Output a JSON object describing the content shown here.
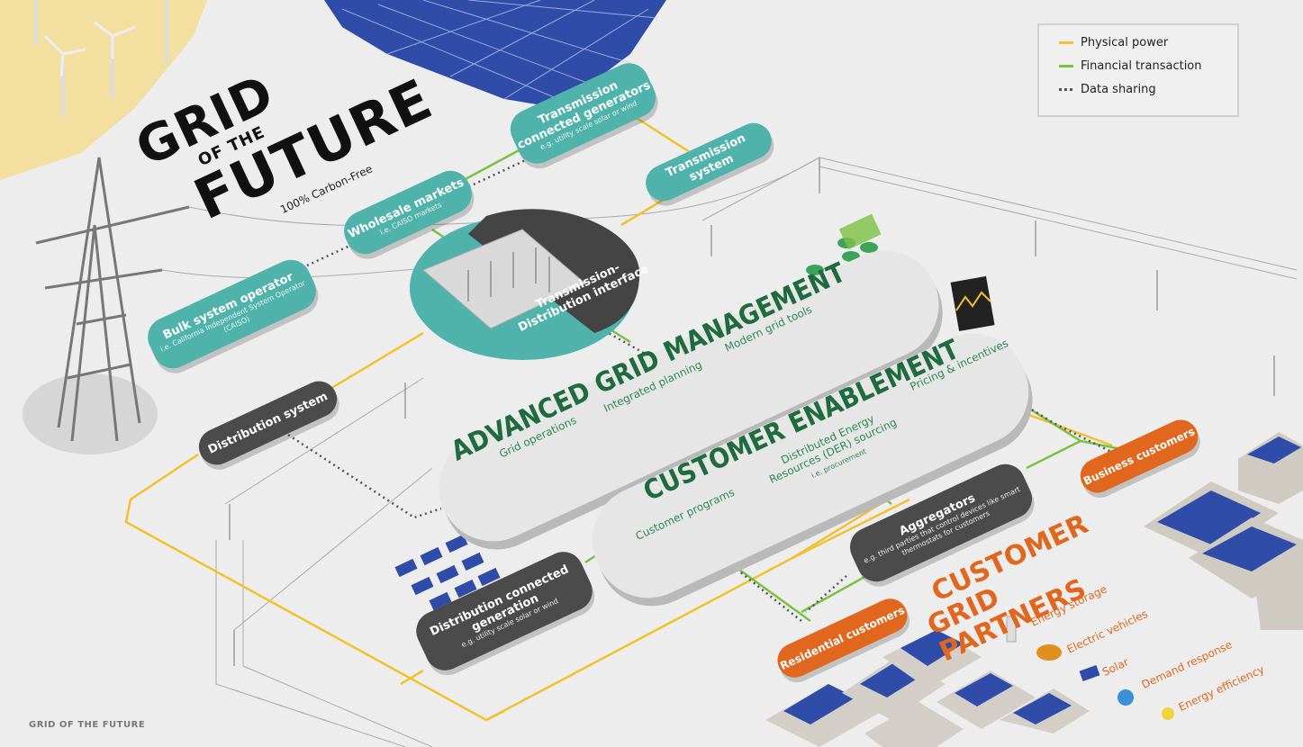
{
  "title": {
    "line1": "GRID",
    "line2": "OF THE",
    "line3": "FUTURE",
    "tagline": "100% Carbon-Free"
  },
  "legend": {
    "physical_power": "Physical power",
    "financial_transaction": "Financial transaction",
    "data_sharing": "Data sharing",
    "colors": {
      "physical_power": "#f2c12e",
      "financial_transaction": "#7ac142",
      "data_sharing": "#555555"
    }
  },
  "nodes": {
    "transmission_generators": {
      "title": "Transmission connected generators",
      "sub": "e.g. utility scale solar or wind"
    },
    "transmission_system": {
      "title": "Transmission system"
    },
    "wholesale_markets": {
      "title": "Wholesale markets",
      "sub": "i.e. CAISO markets"
    },
    "bulk_system_operator": {
      "title": "Bulk system operator",
      "sub": "i.e. California Independent System Operator (CAISO)"
    },
    "td_interface": {
      "title": "Transmission-Distribution interface"
    },
    "distribution_system": {
      "title": "Distribution system"
    },
    "distribution_generation": {
      "title": "Distribution connected generation",
      "sub": "e.g. utility scale solar or wind"
    },
    "aggregators": {
      "title": "Aggregators",
      "sub": "e.g. third parties that control devices like smart thermostats for customers"
    },
    "business_customers": {
      "title": "Business customers"
    },
    "residential_customers": {
      "title": "Residential customers"
    }
  },
  "agm": {
    "title": "ADVANCED GRID MANAGEMENT",
    "items": [
      "Grid operations",
      "Integrated planning",
      "Modern grid tools"
    ]
  },
  "ce": {
    "title": "CUSTOMER ENABLEMENT",
    "items": [
      "Customer programs",
      "Distributed Energy Resources (DER) sourcing",
      "Pricing & incentives"
    ],
    "der_sub": "i.e. procurement"
  },
  "partners": {
    "title_line1": "CUSTOMER",
    "title_line2": "GRID PARTNERS",
    "items": [
      "Energy storage",
      "Electric vehicles",
      "Solar",
      "Demand response",
      "Energy efficiency"
    ]
  },
  "footer": "GRID OF THE FUTURE"
}
